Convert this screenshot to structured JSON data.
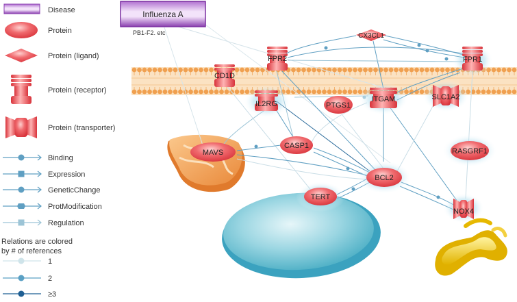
{
  "legend": {
    "nodes": [
      {
        "key": "disease",
        "label": "Disease",
        "icon": "disease-legend-icon"
      },
      {
        "key": "protein",
        "label": "Protein",
        "icon": "protein-legend-icon"
      },
      {
        "key": "ligand",
        "label": "Protein (ligand)",
        "icon": "ligand-legend-icon"
      },
      {
        "key": "receptor",
        "label": "Protein (receptor)",
        "icon": "receptor-legend-icon"
      },
      {
        "key": "transporter",
        "label": "Protein (transporter)",
        "icon": "transporter-legend-icon"
      }
    ],
    "edges": [
      {
        "label": "Binding",
        "marker": "circle"
      },
      {
        "label": "Expression",
        "marker": "square"
      },
      {
        "label": "GeneticChange",
        "marker": "circle"
      },
      {
        "label": "ProtModification",
        "marker": "hexagon"
      },
      {
        "label": "Regulation",
        "marker": "square"
      }
    ],
    "refs_title_line1": "Relations are colored",
    "refs_title_line2": "by # of references",
    "refs": [
      {
        "label": "1",
        "color": "#cfe4ea"
      },
      {
        "label": "2",
        "color": "#5aa0c4"
      },
      {
        "label": "≥3",
        "color": "#1f5f93"
      }
    ]
  },
  "disease": {
    "label": "Influenza A",
    "sublabel": "PB1-F2. etc"
  },
  "nodes": [
    {
      "id": "cx3cl1",
      "label": "CX3CL1",
      "type": "ligand",
      "glow": false
    },
    {
      "id": "fpr2",
      "label": "FPR2",
      "type": "receptor",
      "glow": false
    },
    {
      "id": "fpr1",
      "label": "FPR1",
      "type": "receptor",
      "glow": true
    },
    {
      "id": "cd1d",
      "label": "CD1D",
      "type": "receptor",
      "glow": false
    },
    {
      "id": "il2rg",
      "label": "IL2RG",
      "type": "receptor",
      "glow": true
    },
    {
      "id": "ptgs1",
      "label": "PTGS1",
      "type": "protein",
      "glow": false
    },
    {
      "id": "itgam",
      "label": "ITGAM",
      "type": "receptor",
      "glow": true
    },
    {
      "id": "slc1a2",
      "label": "SLC1A2",
      "type": "transporter",
      "glow": true
    },
    {
      "id": "mavs",
      "label": "MAVS",
      "type": "protein",
      "glow": false
    },
    {
      "id": "casp1",
      "label": "CASP1",
      "type": "protein",
      "glow": false
    },
    {
      "id": "rasgrf1",
      "label": "RASGRF1",
      "type": "protein",
      "glow": true
    },
    {
      "id": "bcl2",
      "label": "BCL2",
      "type": "protein",
      "glow": true
    },
    {
      "id": "tert",
      "label": "TERT",
      "type": "protein",
      "glow": true
    },
    {
      "id": "nox4",
      "label": "NOX4",
      "type": "transporter",
      "glow": true
    }
  ],
  "colors": {
    "protein": "#e8474d",
    "disease": "#8e44ad",
    "membrane": "#f0a050",
    "edge_light": "#c9dde6",
    "edge_mid": "#5f9fc2",
    "edge_dark": "#2a6a9a",
    "glow": "#7fc7e3"
  }
}
